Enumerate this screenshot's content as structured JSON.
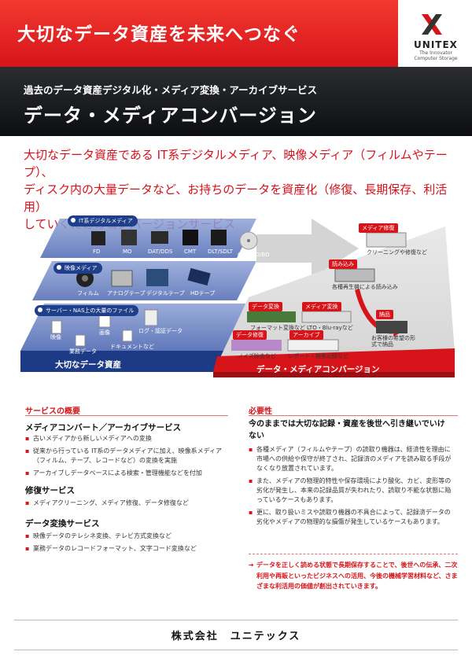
{
  "header": {
    "catch_copy": "大切なデータ資産を未来へつなぐ",
    "brand": {
      "name": "UNITEX",
      "tagline_1": "The Innovator",
      "tagline_2": "Computer Storage",
      "colors": [
        "#d7141a",
        "#222222"
      ]
    }
  },
  "title_band": {
    "subtitle": "過去のデータ資産デジタル化・メディア変換・アーカイブサービス",
    "title": "データ・メディアコンバージョン"
  },
  "intro": {
    "line_1": "大切なデータ資産である IT系デジタルメディア、映像メディア（フィルムやテープ）、",
    "line_2": "ディスク内の大量データなど、お持ちのデータを資産化（修復、長期保存、利活用）",
    "line_3": "していくためのコンバージョンサービス"
  },
  "diagram": {
    "left": {
      "group_it": "IT系デジタルメディア",
      "it_items": [
        "FD",
        "MO",
        "DAT/DDS",
        "CMT",
        "DLT/SDLT",
        "CD/DVD/BD"
      ],
      "group_video": "映像メディア",
      "video_items": [
        "フィルム",
        "アナログテープ",
        "デジタルテープ",
        "HDテープ"
      ],
      "group_server": "サーバー・NAS上の大量のファイル",
      "server_items": [
        "映像",
        "画像",
        "ログ・認証データ",
        "業務データ",
        "ドキュメントなど"
      ],
      "footer": "大切なデータ資産"
    },
    "right": {
      "repair_tag": "メディア修復",
      "repair_box": "クリーニングや修復など",
      "read_tag": "読み込み",
      "read_box": "各種再生機による読み込み",
      "convert_tag": "データ変換",
      "convert_box": "フォーマット変換など",
      "media_tag": "メディア変換",
      "media_box": "LTO・Blu-rayなど",
      "fix_tag": "データ修復",
      "fix_box": "ノイズ除去など",
      "archive_tag": "アーカイブ",
      "archive_box": "レポート・検索記録など",
      "deliver_tag": "納品",
      "deliver_box": "お客様の希望の形式で納品",
      "footer": "データ・メディアコンバージョン"
    }
  },
  "overview": {
    "heading": "サービスの概要",
    "groups": [
      {
        "title": "メディアコンバート／アーカイブサービス",
        "items": [
          "古いメディアから新しいメディアへの変換",
          "従来から行っている IT系のデータメディアに加え、映像系メディア（フィルム、テープ、レコードなど）の変換を実施",
          "アーカイブしデータベースによる検索・管理機能などを付加"
        ]
      },
      {
        "title": "修復サービス",
        "items": [
          "メディアクリーニング、メディア修復、データ修復など"
        ]
      },
      {
        "title": "データ変換サービス",
        "items": [
          "映像データのテレシネ変換、テレビ方式変換など",
          "業務データのレコードフォーマット、文字コード変換など"
        ]
      }
    ]
  },
  "necessity": {
    "heading": "必要性",
    "lead": "今のままでは大切な記録・資産を後世へ引き継いでいけない",
    "items": [
      "各種メディア（フィルムやテープ）の読取り機器は、経済性を理由に市場への供給や保守が終了され、記録済のメディアを読み取る手段がなくなり放置されています。",
      "また、メディアの物理的特性や保存環境により酸化、カビ、変形等の劣化が発生し、本来の記録品質が失われたり、読取り不能な状態に陥っているケースもあります。",
      "更に、取り扱いミスや読取り機器の不具合によって、記録済データの劣化やメディアの物理的な損傷が発生しているケースもあります。"
    ],
    "conclusion": "データを正しく読める状態で長期保存することで、後世への伝承、二次利用や再販といったビジネスへの活用、今後の機械学習材料など、さまざまな利活用の価値が創出されていきます。"
  },
  "footer": {
    "company": "株式会社　ユニテックス"
  }
}
